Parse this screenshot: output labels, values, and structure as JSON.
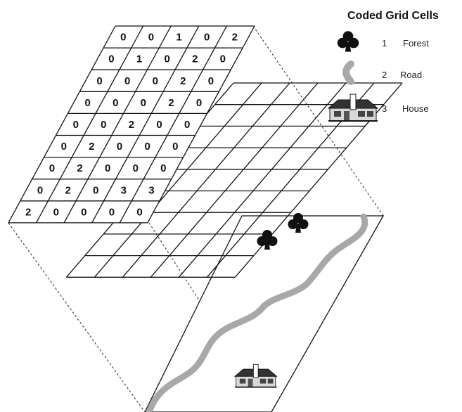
{
  "legend": {
    "title": "Coded Grid Cells",
    "items": [
      {
        "code": "1",
        "label": "Forest",
        "icon": "tree-icon"
      },
      {
        "code": "2",
        "label": "Road",
        "icon": "road-icon"
      },
      {
        "code": "3",
        "label": "House",
        "icon": "house-icon"
      }
    ]
  },
  "grid": {
    "rows": [
      [
        "0",
        "0",
        "1",
        "0",
        "2"
      ],
      [
        "0",
        "1",
        "0",
        "2",
        "0"
      ],
      [
        "0",
        "0",
        "0",
        "2",
        "0"
      ],
      [
        "0",
        "0",
        "0",
        "2",
        "0"
      ],
      [
        "0",
        "0",
        "2",
        "0",
        "0"
      ],
      [
        "0",
        "2",
        "0",
        "0",
        "0"
      ],
      [
        "0",
        "2",
        "0",
        "0",
        "0"
      ],
      [
        "0",
        "2",
        "0",
        "3",
        "3"
      ],
      [
        "2",
        "0",
        "0",
        "0",
        "0"
      ]
    ]
  },
  "colors": {
    "road": "#a8a8a8",
    "ink": "#111111",
    "background": "#ffffff"
  }
}
